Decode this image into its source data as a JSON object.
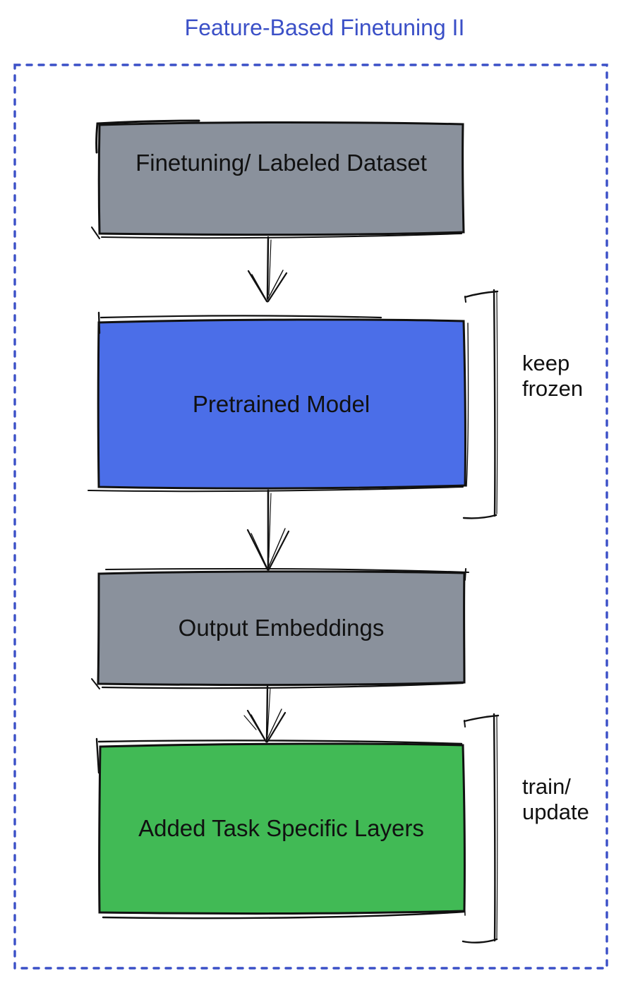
{
  "title": "Feature-Based Finetuning II",
  "nodes": [
    {
      "id": "finetuning-dataset",
      "label": "Finetuning/ Labeled Dataset",
      "fill": "gray"
    },
    {
      "id": "pretrained-model",
      "label": "Pretrained Model",
      "fill": "blue"
    },
    {
      "id": "output-embeddings",
      "label": "Output Embeddings",
      "fill": "gray"
    },
    {
      "id": "added-task-specific-layers",
      "label": "Added Task Specific Layers",
      "fill": "green"
    }
  ],
  "annotations": [
    {
      "id": "keep-frozen",
      "lines": [
        "keep",
        "frozen"
      ]
    },
    {
      "id": "train-update",
      "lines": [
        "train/",
        "update"
      ]
    }
  ],
  "colors": {
    "title": "#3B50C7",
    "frame": "#3B50C7",
    "gray": "#8A919C",
    "blue": "#4B6EE8",
    "green": "#41BA55",
    "ink": "#111111"
  }
}
